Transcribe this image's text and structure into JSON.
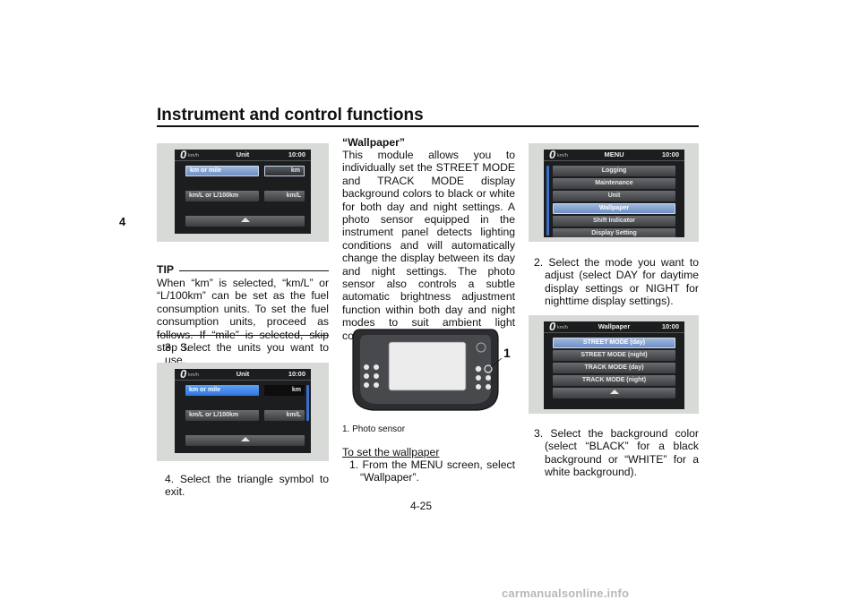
{
  "header": {
    "title": "Instrument and control functions"
  },
  "chapter": "4",
  "page_number": "4-25",
  "watermark": "carmanualsonline.info",
  "unit_screen_1": {
    "speed": "0",
    "speed_unit": "km/h",
    "title": "Unit",
    "time": "10:00",
    "row1_left": "km or mile",
    "row1_right": "km",
    "row2_left": "km/L or L/100km",
    "row2_right": "km/L"
  },
  "tip": {
    "label": "TIP",
    "text": "When “km” is selected, “km/L” or “L/100km” can be set as the fuel consumption units. To set the fuel consumption units, proceed as follows. If “mile” is selected, skip step 3."
  },
  "step3_left": "3. Select the units you want to use.",
  "unit_screen_2": {
    "speed": "0",
    "speed_unit": "km/h",
    "title": "Unit",
    "time": "10:00",
    "row1_left": "km or mile",
    "row1_right": "km",
    "row2_left": "km/L or L/100km",
    "row2_right": "km/L"
  },
  "step4_left": "4. Select the triangle symbol to exit.",
  "wallpaper": {
    "heading": "“Wallpaper”",
    "body": "This module allows you to individually set the STREET MODE and TRACK MODE display background colors to black or white for both day and night settings. A photo sensor equipped in the instrument panel detects lighting conditions and will automatically change the display between its day and night settings. The photo sensor also controls a subtle automatic brightness adjustment function within both day and night modes to suit ambient light conditions.",
    "callout": "1",
    "caption": "1. Photo sensor",
    "subheading": "To set the wallpaper",
    "step1": "1. From the MENU screen, select “Wallpaper”."
  },
  "menu_screen": {
    "speed": "0",
    "speed_unit": "km/h",
    "title": "MENU",
    "time": "10:00",
    "items": [
      "Logging",
      "Maintenance",
      "Unit",
      "Wallpaper",
      "Shift Indicator",
      "Display Setting"
    ]
  },
  "step2_right": "2. Select the mode you want to adjust (select DAY for daytime display settings or NIGHT for nighttime display settings).",
  "wallpaper_screen": {
    "speed": "0",
    "speed_unit": "km/h",
    "title": "Wallpaper",
    "time": "10:00",
    "items": [
      "STREET MODE (day)",
      "STREET MODE (night)",
      "TRACK MODE (day)",
      "TRACK MODE (night)"
    ]
  },
  "step3_right": "3. Select the background color (select “BLACK” for a black background or “WHITE” for a white background)."
}
